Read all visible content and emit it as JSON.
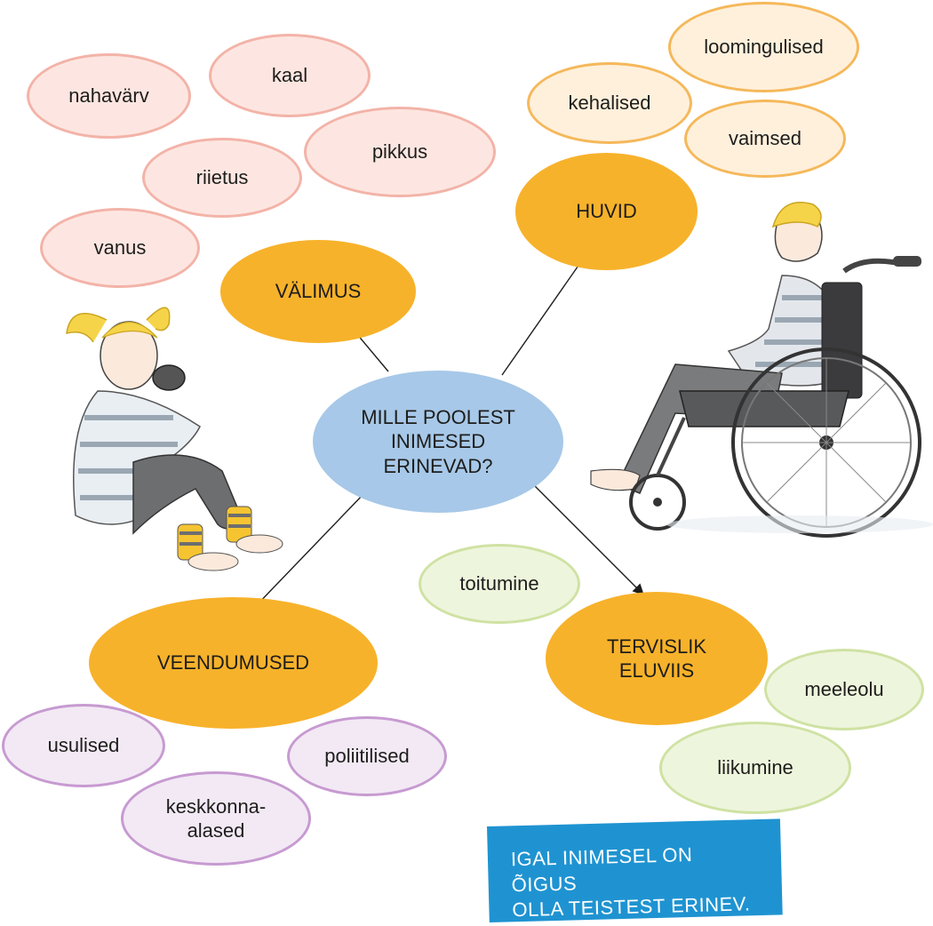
{
  "center": {
    "label": "MILLE POOLEST\nINIMESED\nERINEVAD?"
  },
  "topics": {
    "valimus": "VÄLIMUS",
    "huvid": "HUVID",
    "veendumused": "VEENDUMUSED",
    "tervislik": "TERVISLIK\nELUVIIS"
  },
  "valimus_items": [
    "nahavärv",
    "kaal",
    "pikkus",
    "riietus",
    "vanus"
  ],
  "huvid_items": [
    "loomingulised",
    "kehalised",
    "vaimsed"
  ],
  "tervislik_items": [
    "toitumine",
    "meeleolu",
    "liikumine"
  ],
  "veendumused_items": [
    "usulised",
    "poliitilised",
    "keskkonna-\nalased"
  ],
  "banner": {
    "line1": "IGAL INIMESEL ON ÕIGUS",
    "line2": "OLLA TEISTEST ERINEV."
  },
  "colors": {
    "main_orange": "#f7b22b",
    "center_blue": "#a7c8e8",
    "banner_blue": "#1f93d1",
    "pink_border": "#f3b3a8",
    "orange_border": "#f5b85a",
    "green_border": "#cfe2a3",
    "purple_border": "#c79ad1"
  }
}
